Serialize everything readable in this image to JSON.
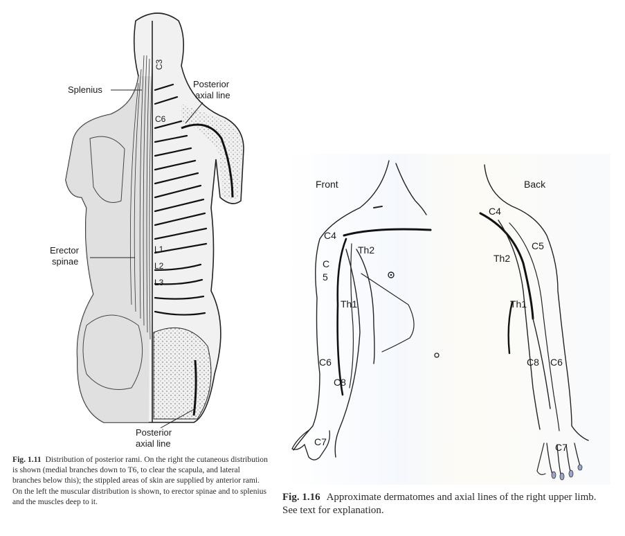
{
  "left_figure": {
    "labels": {
      "splenius": "Splenius",
      "posterior_axial_line_top_1": "Posterior",
      "posterior_axial_line_top_2": "axial line",
      "c3": "C3",
      "c6": "C6",
      "erector_1": "Erector",
      "erector_2": "spinae",
      "l1": "L1",
      "l2": "L2",
      "l3": "L3",
      "posterior_axial_line_bottom_1": "Posterior",
      "posterior_axial_line_bottom_2": "axial line"
    },
    "caption": {
      "number": "Fig. 1.11",
      "text": "Distribution of posterior rami. On the right the cutaneous distribution is shown (medial branches down to T6, to clear the scapula, and lateral branches below this); the stippled areas of skin are supplied by anterior rami. On the left the muscular distribution is shown, to erector spinae and to splenius and the muscles deep to it."
    }
  },
  "right_figure": {
    "front": {
      "title": "Front",
      "labels": {
        "c4": "C4",
        "th2": "Th2",
        "c5a": "C",
        "c5b": "5",
        "th1": "Th1",
        "c6": "C6",
        "c8": "C8",
        "c7": "C7"
      }
    },
    "back": {
      "title": "Back",
      "labels": {
        "c4": "C4",
        "c5": "C5",
        "th2": "Th2",
        "th1": "Th1",
        "c8": "C8",
        "c6": "C6",
        "c7": "C7"
      }
    },
    "caption": {
      "number": "Fig. 1.16",
      "text": "Approximate dermatomes and axial lines of the right upper limb. See text for explanation."
    }
  },
  "colors": {
    "ink": "#1a1a1a",
    "skin_shade": "#cfcfcf",
    "paper_tint": "#f4f6fb"
  }
}
